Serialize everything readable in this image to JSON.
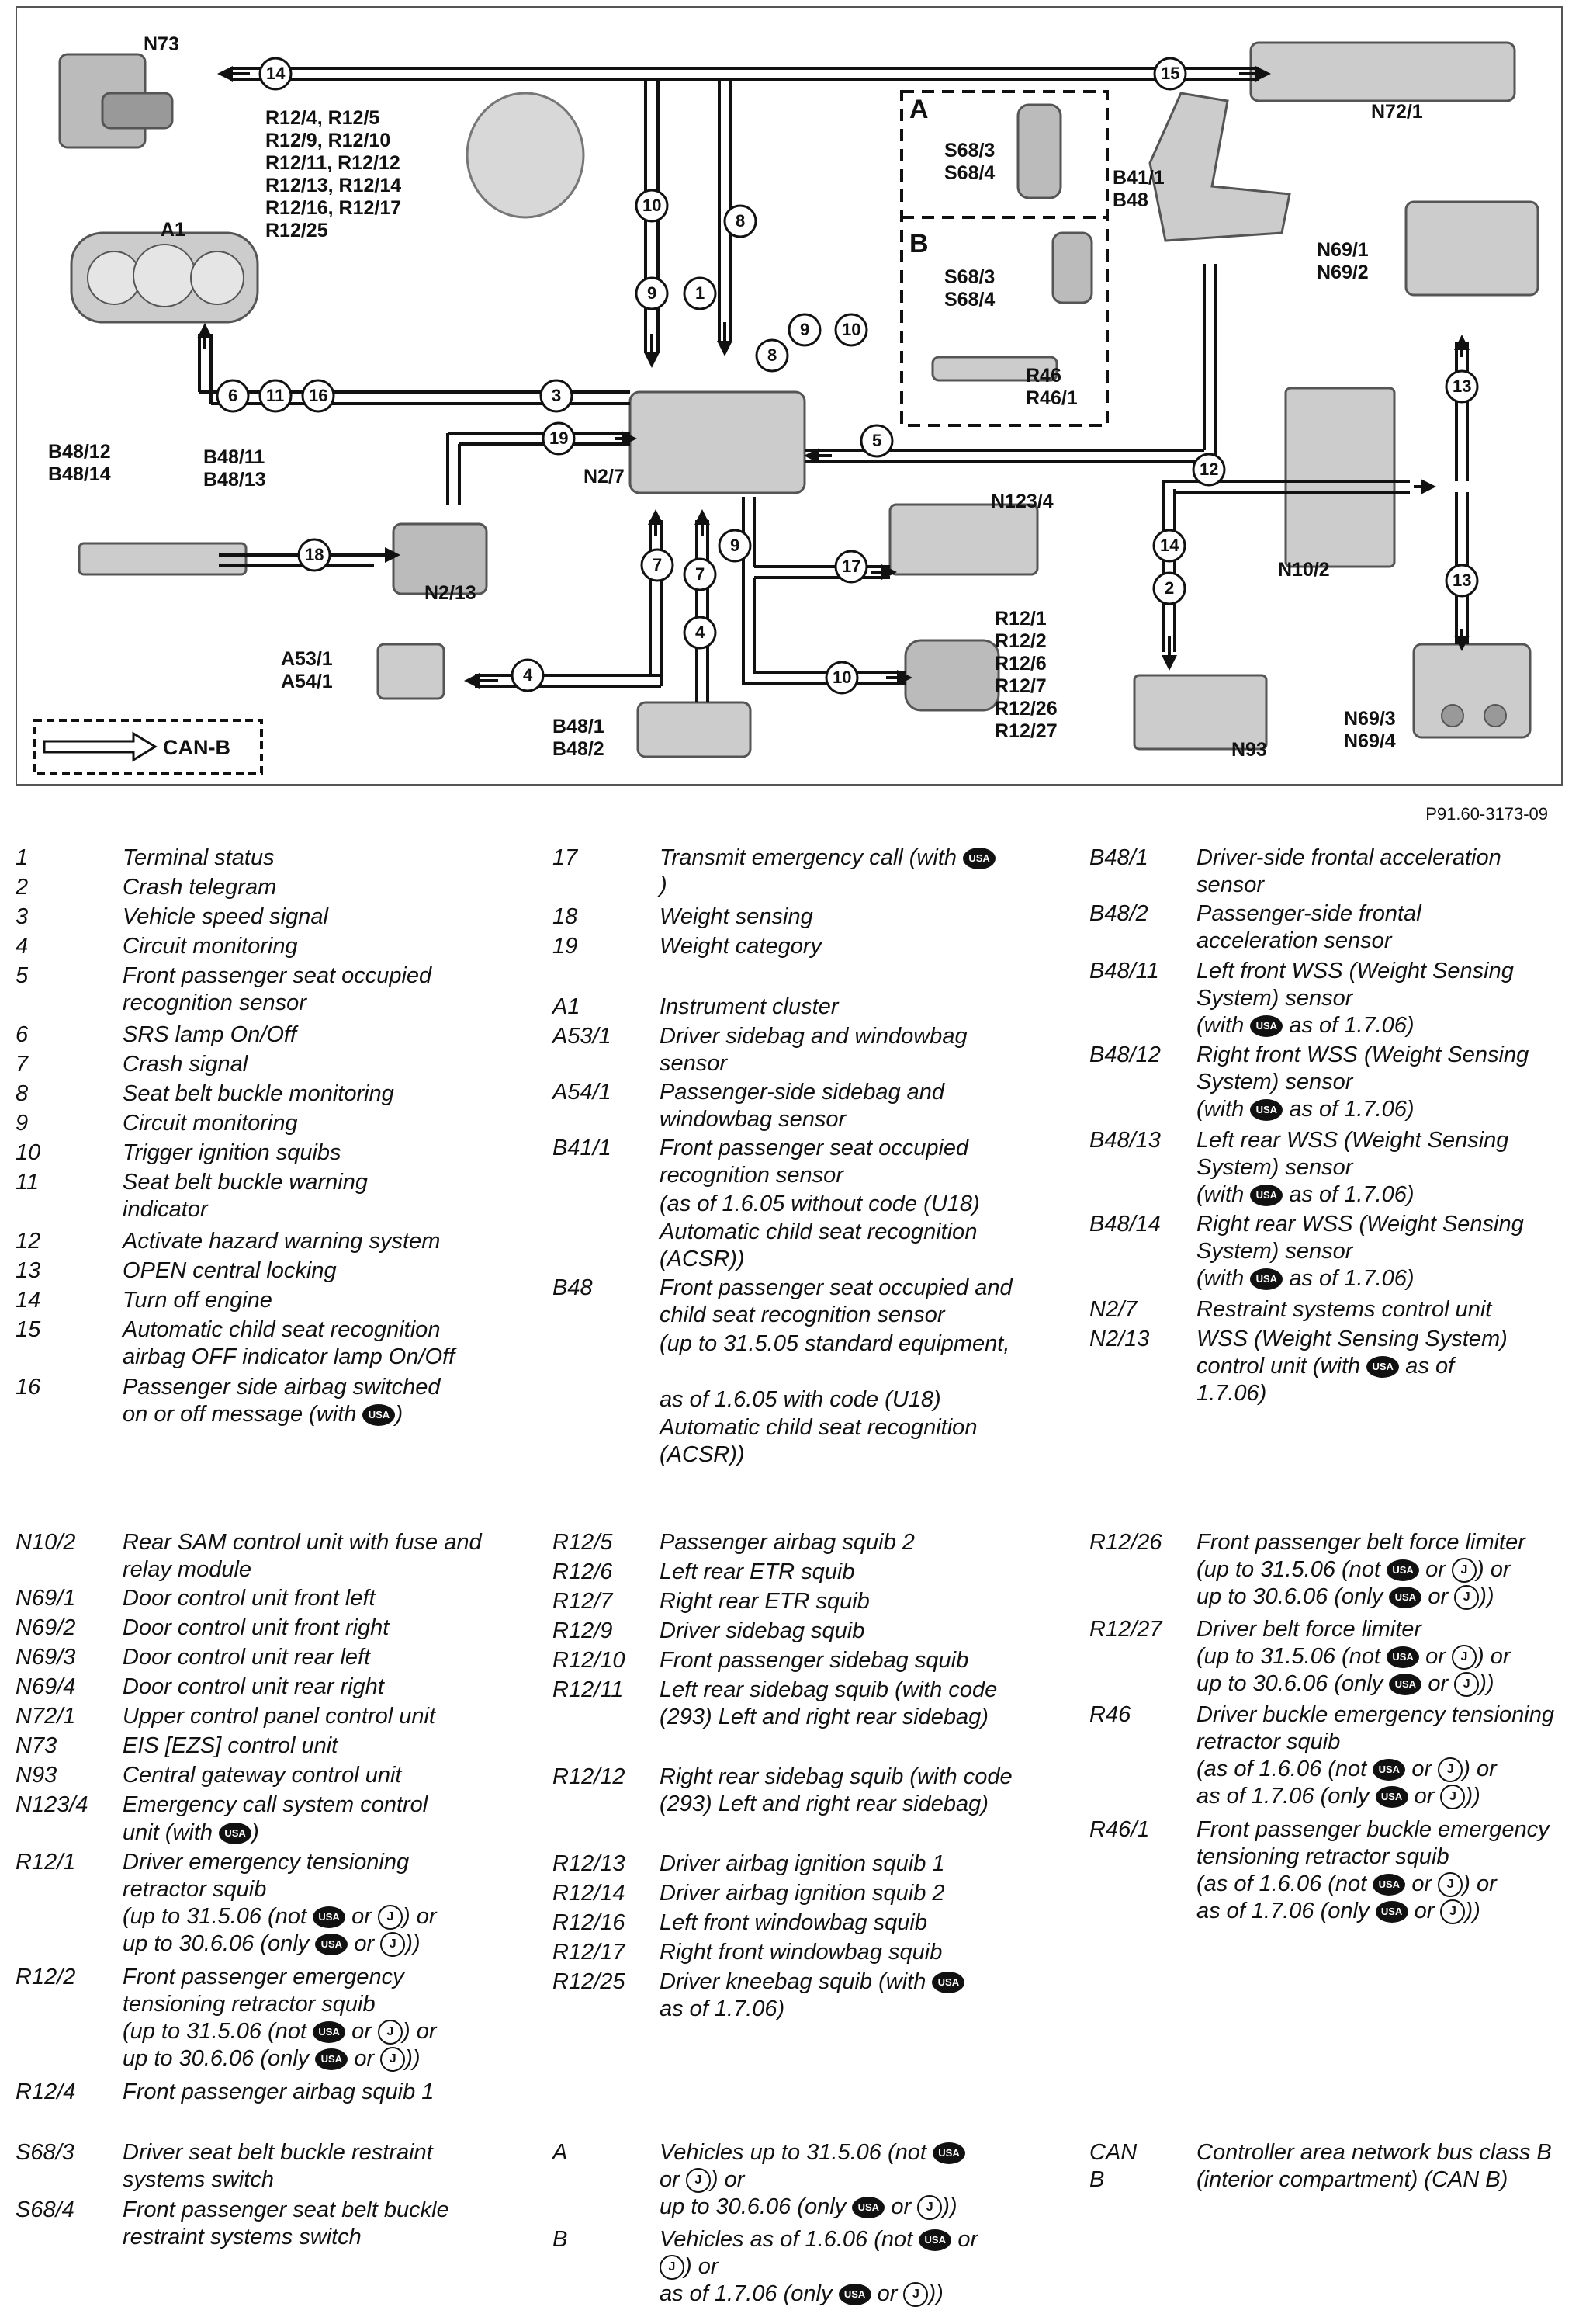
{
  "figure_id": "P91.60-3173-09",
  "labels": {
    "n73": "N73",
    "n72_1": "N72/1",
    "r12_line1": "R12/4, R12/5",
    "r12_line2": "R12/9, R12/10",
    "r12_line3": "R12/11, R12/12",
    "r12_line4": "R12/13, R12/14",
    "r12_line5": "R12/16, R12/17",
    "r12_line6": "R12/25",
    "a1": "A1",
    "a": "A",
    "b": "B",
    "s68a_1": "S68/3",
    "s68a_2": "S68/4",
    "s68b_1": "S68/3",
    "s68b_2": "S68/4",
    "r46": "R46",
    "r46_1": "R46/1",
    "b41_1": "B41/1",
    "b48": "B48",
    "n69_1": "N69/1",
    "n69_2": "N69/2",
    "b48_12": "B48/12",
    "b48_14": "B48/14",
    "b48_11": "B48/11",
    "b48_13": "B48/13",
    "n2_7": "N2/7",
    "n2_13": "N2/13",
    "n123_4": "N123/4",
    "n10_2": "N10/2",
    "a53_1": "A53/1",
    "a54_1": "A54/1",
    "b48_1": "B48/1",
    "b48_2": "B48/2",
    "r12b_1": "R12/1",
    "r12b_2": "R12/2",
    "r12b_3": "R12/6",
    "r12b_4": "R12/7",
    "r12b_5": "R12/26",
    "r12b_6": "R12/27",
    "n93": "N93",
    "n69_3": "N69/3",
    "n69_4": "N69/4",
    "canb": "CAN-B"
  },
  "signals": {
    "s1": "1",
    "s2": "2",
    "s3": "3",
    "s4": "4",
    "s5": "5",
    "s6": "6",
    "s7": "7",
    "s8": "8",
    "s9": "9",
    "s10": "10",
    "s11": "11",
    "s12": "12",
    "s13": "13",
    "s14": "14",
    "s15": "15",
    "s16": "16",
    "s17": "17",
    "s18": "18",
    "s19": "19"
  },
  "badges": {
    "usa": "USA",
    "j": "J"
  },
  "legend": {
    "col1": [
      {
        "code": "1",
        "desc": "Terminal status"
      },
      {
        "code": "2",
        "desc": "Crash telegram"
      },
      {
        "code": "3",
        "desc": "Vehicle speed signal"
      },
      {
        "code": "4",
        "desc": "Circuit monitoring"
      },
      {
        "code": "5",
        "desc": "Front passenger seat occupied recognition sensor"
      },
      {
        "code": "6",
        "desc": "SRS lamp On/Off"
      },
      {
        "code": "7",
        "desc": "Crash signal"
      },
      {
        "code": "8",
        "desc": "Seat belt buckle monitoring"
      },
      {
        "code": "9",
        "desc": "Circuit monitoring"
      },
      {
        "code": "10",
        "desc": "Trigger ignition squibs"
      },
      {
        "code": "11",
        "desc": "Seat belt buckle warning indicator"
      },
      {
        "code": "12",
        "desc": "Activate hazard warning system"
      },
      {
        "code": "13",
        "desc": "OPEN central locking"
      },
      {
        "code": "14",
        "desc": "Turn off engine"
      },
      {
        "code": "15",
        "desc": "Automatic child seat recognition airbag OFF indicator lamp On/Off"
      },
      {
        "code": "16",
        "desc": "Passenger side airbag switched on or off message (with"
      }
    ],
    "col2": [
      {
        "code": "17",
        "desc": "Transmit emergency call (with"
      },
      {
        "code": "18",
        "desc": "Weight sensing"
      },
      {
        "code": "19",
        "desc": "Weight category"
      },
      {
        "code": "A1",
        "desc": "Instrument cluster"
      },
      {
        "code": "A53/1",
        "desc": "Driver sidebag and windowbag sensor"
      },
      {
        "code": "A54/1",
        "desc": "Passenger-side sidebag and windowbag sensor"
      },
      {
        "code": "B41/1",
        "desc": "Front passenger seat occupied recognition sensor"
      },
      {
        "code": "",
        "desc": "(as of 1.6.05 without code (U18)"
      },
      {
        "code": "",
        "desc": "Automatic child seat recognition (ACSR))"
      },
      {
        "code": "B48",
        "desc": "Front passenger seat occupied and child seat recognition sensor"
      },
      {
        "code": "",
        "desc": "(up to 31.5.05 standard equipment,"
      },
      {
        "code": "",
        "desc": "as of 1.6.05 with code (U18)"
      },
      {
        "code": "",
        "desc": "Automatic child seat recognition (ACSR))"
      }
    ],
    "col3": [
      {
        "code": "B48/1",
        "desc": "Driver-side frontal acceleration sensor"
      },
      {
        "code": "B48/2",
        "desc": "Passenger-side frontal acceleration sensor"
      },
      {
        "code": "B48/11",
        "desc": "Left front WSS (Weight Sensing System) sensor"
      },
      {
        "code": "B48/12",
        "desc": "Right front WSS (Weight Sensing System) sensor"
      },
      {
        "code": "B48/13",
        "desc": "Left rear WSS (Weight Sensing System) sensor"
      },
      {
        "code": "B48/14",
        "desc": "Right rear WSS (Weight Sensing System) sensor"
      },
      {
        "code": "N2/7",
        "desc": "Restraint systems control unit"
      },
      {
        "code": "N2/13",
        "desc": "WSS (Weight Sensing System) control unit (with"
      }
    ],
    "col4": [
      {
        "code": "N10/2",
        "desc": "Rear SAM control unit with fuse and relay module"
      },
      {
        "code": "N69/1",
        "desc": "Door control unit front left"
      },
      {
        "code": "N69/2",
        "desc": "Door control unit front right"
      },
      {
        "code": "N69/3",
        "desc": "Door control unit rear left"
      },
      {
        "code": "N69/4",
        "desc": "Door control unit rear right"
      },
      {
        "code": "N72/1",
        "desc": "Upper control panel control unit"
      },
      {
        "code": "N73",
        "desc": "EIS [EZS] control unit"
      },
      {
        "code": "N93",
        "desc": "Central gateway control unit"
      },
      {
        "code": "N123/4",
        "desc": "Emergency call system control"
      },
      {
        "code": "",
        "desc": "unit (with"
      },
      {
        "code": "R12/1",
        "desc": "Driver emergency tensioning retractor squib"
      },
      {
        "code": "R12/2",
        "desc": "Front passenger emergency tensioning retractor squib"
      },
      {
        "code": "R12/4",
        "desc": "Front passenger airbag squib 1"
      }
    ],
    "col5": [
      {
        "code": "R12/5",
        "desc": "Passenger airbag squib 2"
      },
      {
        "code": "R12/6",
        "desc": "Left rear ETR squib"
      },
      {
        "code": "R12/7",
        "desc": "Right rear ETR squib"
      },
      {
        "code": "R12/9",
        "desc": "Driver sidebag squib"
      },
      {
        "code": "R12/10",
        "desc": "Front passenger sidebag squib"
      },
      {
        "code": "R12/11",
        "desc": "Left rear sidebag squib (with code (293) Left and right rear sidebag)"
      },
      {
        "code": "R12/12",
        "desc": "Right rear sidebag squib (with code (293) Left and right rear sidebag)"
      },
      {
        "code": "R12/13",
        "desc": "Driver airbag ignition squib 1"
      },
      {
        "code": "R12/14",
        "desc": "Driver airbag ignition squib 2"
      },
      {
        "code": "R12/16",
        "desc": "Left front windowbag squib"
      },
      {
        "code": "R12/17",
        "desc": "Right front windowbag squib"
      },
      {
        "code": "R12/25",
        "desc": "Driver kneebag squib (with"
      }
    ],
    "col6": [
      {
        "code": "R12/26",
        "desc": "Front passenger belt force limiter"
      },
      {
        "code": "R12/27",
        "desc": "Driver belt force limiter"
      },
      {
        "code": "R46",
        "desc": "Driver buckle emergency tensioning retractor squib"
      },
      {
        "code": "R46/1",
        "desc": "Front passenger buckle emergency tensioning retractor squib"
      }
    ],
    "col7": [
      {
        "code": "S68/3",
        "desc": "Driver seat belt buckle restraint systems switch"
      },
      {
        "code": "S68/4",
        "desc": "Front passenger seat belt buckle restraint systems switch"
      }
    ],
    "col8": [
      {
        "code": "A",
        "desc": "Vehicles up to 31.5.06 (not"
      },
      {
        "code": "B",
        "desc": "Vehicles as of 1.6.06 (not"
      }
    ],
    "col9": [
      {
        "code": "CAN B",
        "desc": "Controller area network bus class B (interior compartment) (CAN B)"
      }
    ],
    "fragments": {
      "paren_close": ")",
      "as_of_1706": "as of 1.7.06)",
      "with_open": "(with",
      "as_of": "as of",
      "date_1706": "1.7.06)",
      "up_to_3155": "(up to 31.5.06 (not",
      "up_to_3065": "up to 30.6.06 (only",
      "or_txt": "or",
      "close_or": ") or",
      "close_dbl": "))",
      "as_of_1606": "(as of 1.6.06 (not",
      "as_of_1706_only": "as of 1.7.06 (only",
      "or_close": "or",
      "up_to_3065b": "up to 30.6.06 (only",
      "as_of_1706b": "as of 1.7.06 (only"
    }
  }
}
